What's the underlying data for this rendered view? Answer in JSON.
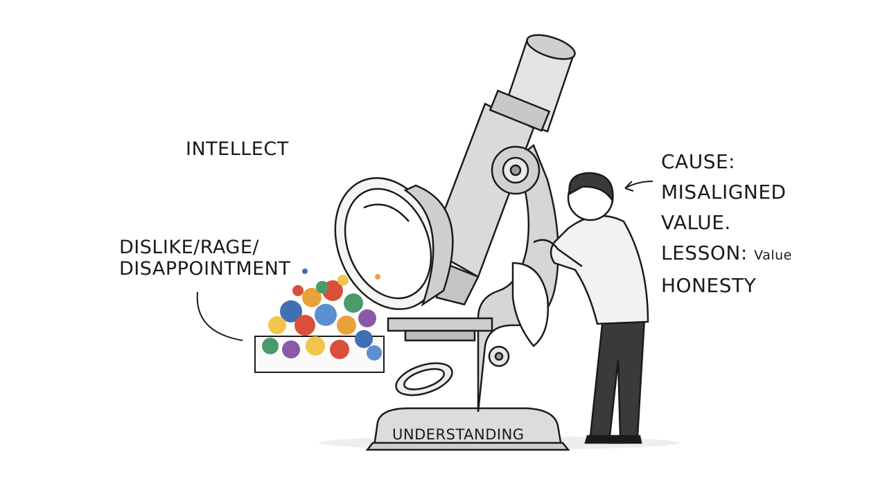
{
  "labels": {
    "intellect": "INTELLECT",
    "emotion_line1": "DISLIKE/RAGE/",
    "emotion_line2": "DISAPPOINTMENT",
    "cause_heading": "CAUSE:",
    "cause_line1": "MISALIGNED",
    "cause_line2": "VALUE.",
    "lesson_heading": "LESSON:",
    "lesson_small": "Value",
    "lesson_value": "HONESTY",
    "base": "UNDERSTANDING"
  },
  "colors": {
    "ink": "#1a1a1a",
    "metal_light": "#e6e6e6",
    "metal_mid": "#bdbdbd",
    "metal_dark": "#8a8a8a",
    "pants": "#3a3a3a",
    "shirt": "#f2f2f2",
    "confetti": [
      "#d94f3a",
      "#e9a23b",
      "#3f6fb4",
      "#4a9a6a",
      "#8a5aa8",
      "#f2c64a",
      "#5b8fd0"
    ]
  },
  "icons": {
    "microscope": "microscope-illustration",
    "person": "person-illustration",
    "arrow": "pointer-arrow"
  }
}
